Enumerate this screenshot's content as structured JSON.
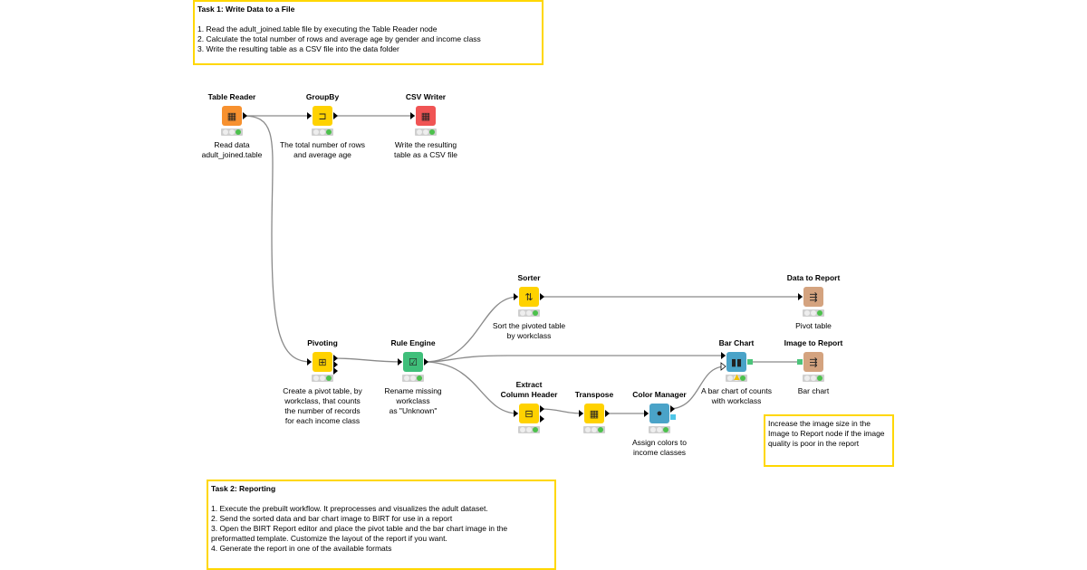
{
  "annotations": {
    "task1": {
      "title": "Task 1: Write Data to a File",
      "lines": [
        "1. Read the adult_joined.table file by executing the Table Reader node",
        "2. Calculate the total number of rows and average age by gender and income class",
        "3. Write the resulting table as a CSV file into the data folder"
      ]
    },
    "task2": {
      "title": "Task 2: Reporting",
      "lines": [
        "1. Execute the prebuilt workflow. It preprocesses and visualizes the adult dataset.",
        "2. Send the sorted data and bar chart image to BIRT for use in a report",
        "3. Open the BIRT Report editor and place the pivot table and the bar chart image in the preformatted template. Customize the layout of the report if you want.",
        "4. Generate the report in one of the available formats"
      ]
    },
    "note": {
      "text": "Increase the image size in the Image to Report node if the image quality is poor in the report"
    }
  },
  "nodes": [
    {
      "id": "table-reader",
      "title": "Table Reader",
      "desc": "Read data\nadult_joined.table",
      "color": "#f7912f",
      "icon": "table-reader-icon",
      "glyph": "▦"
    },
    {
      "id": "groupby",
      "title": "GroupBy",
      "desc": "The total number of rows\nand average age",
      "color": "#ffd200",
      "icon": "groupby-icon",
      "glyph": "⊐"
    },
    {
      "id": "csv-writer",
      "title": "CSV Writer",
      "desc": "Write the resulting\ntable as a CSV file",
      "color": "#f05454",
      "icon": "csv-writer-icon",
      "glyph": "▦"
    },
    {
      "id": "sorter",
      "title": "Sorter",
      "desc": "Sort the pivoted table\nby workclass",
      "color": "#ffd200",
      "icon": "sort-icon",
      "glyph": "⇅"
    },
    {
      "id": "data-to-report",
      "title": "Data to Report",
      "desc": "Pivot table",
      "color": "#d4a37f",
      "icon": "data-to-report-icon",
      "glyph": "⇶"
    },
    {
      "id": "pivoting",
      "title": "Pivoting",
      "desc": "Create a pivot table, by\nworkclass, that counts\nthe number of records\nfor each income class",
      "color": "#ffd200",
      "icon": "pivot-icon",
      "glyph": "⊞"
    },
    {
      "id": "rule-engine",
      "title": "Rule Engine",
      "desc": "Rename missing\nworkclass\nas \"Unknown\"",
      "color": "#3fbf7a",
      "icon": "rule-engine-icon",
      "glyph": "☑"
    },
    {
      "id": "extract-column-header",
      "title": "Extract\nColumn Header",
      "desc": "",
      "color": "#ffd200",
      "icon": "extract-header-icon",
      "glyph": "⊟"
    },
    {
      "id": "transpose",
      "title": "Transpose",
      "desc": "",
      "color": "#ffd200",
      "icon": "transpose-icon",
      "glyph": "▦"
    },
    {
      "id": "color-manager",
      "title": "Color Manager",
      "desc": "Assign colors to\nincome classes",
      "color": "#4aa3c8",
      "icon": "color-drop-icon",
      "glyph": "●"
    },
    {
      "id": "bar-chart",
      "title": "Bar Chart",
      "desc": "A bar chart of counts\nwith workclass",
      "color": "#4aa3c8",
      "icon": "bar-chart-icon",
      "glyph": "▮▮",
      "warning": true
    },
    {
      "id": "image-to-report",
      "title": "Image to Report",
      "desc": "Bar chart",
      "color": "#d4a37f",
      "icon": "image-to-report-icon",
      "glyph": "⇶"
    }
  ]
}
